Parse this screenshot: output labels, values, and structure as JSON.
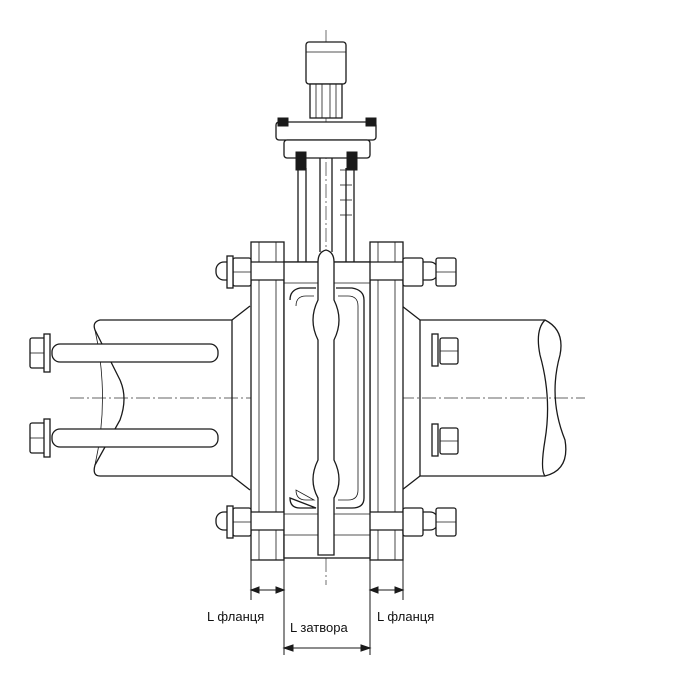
{
  "labels": {
    "flange_left": "L фланця",
    "gate": "L затвора",
    "flange_right": "L фланця"
  }
}
